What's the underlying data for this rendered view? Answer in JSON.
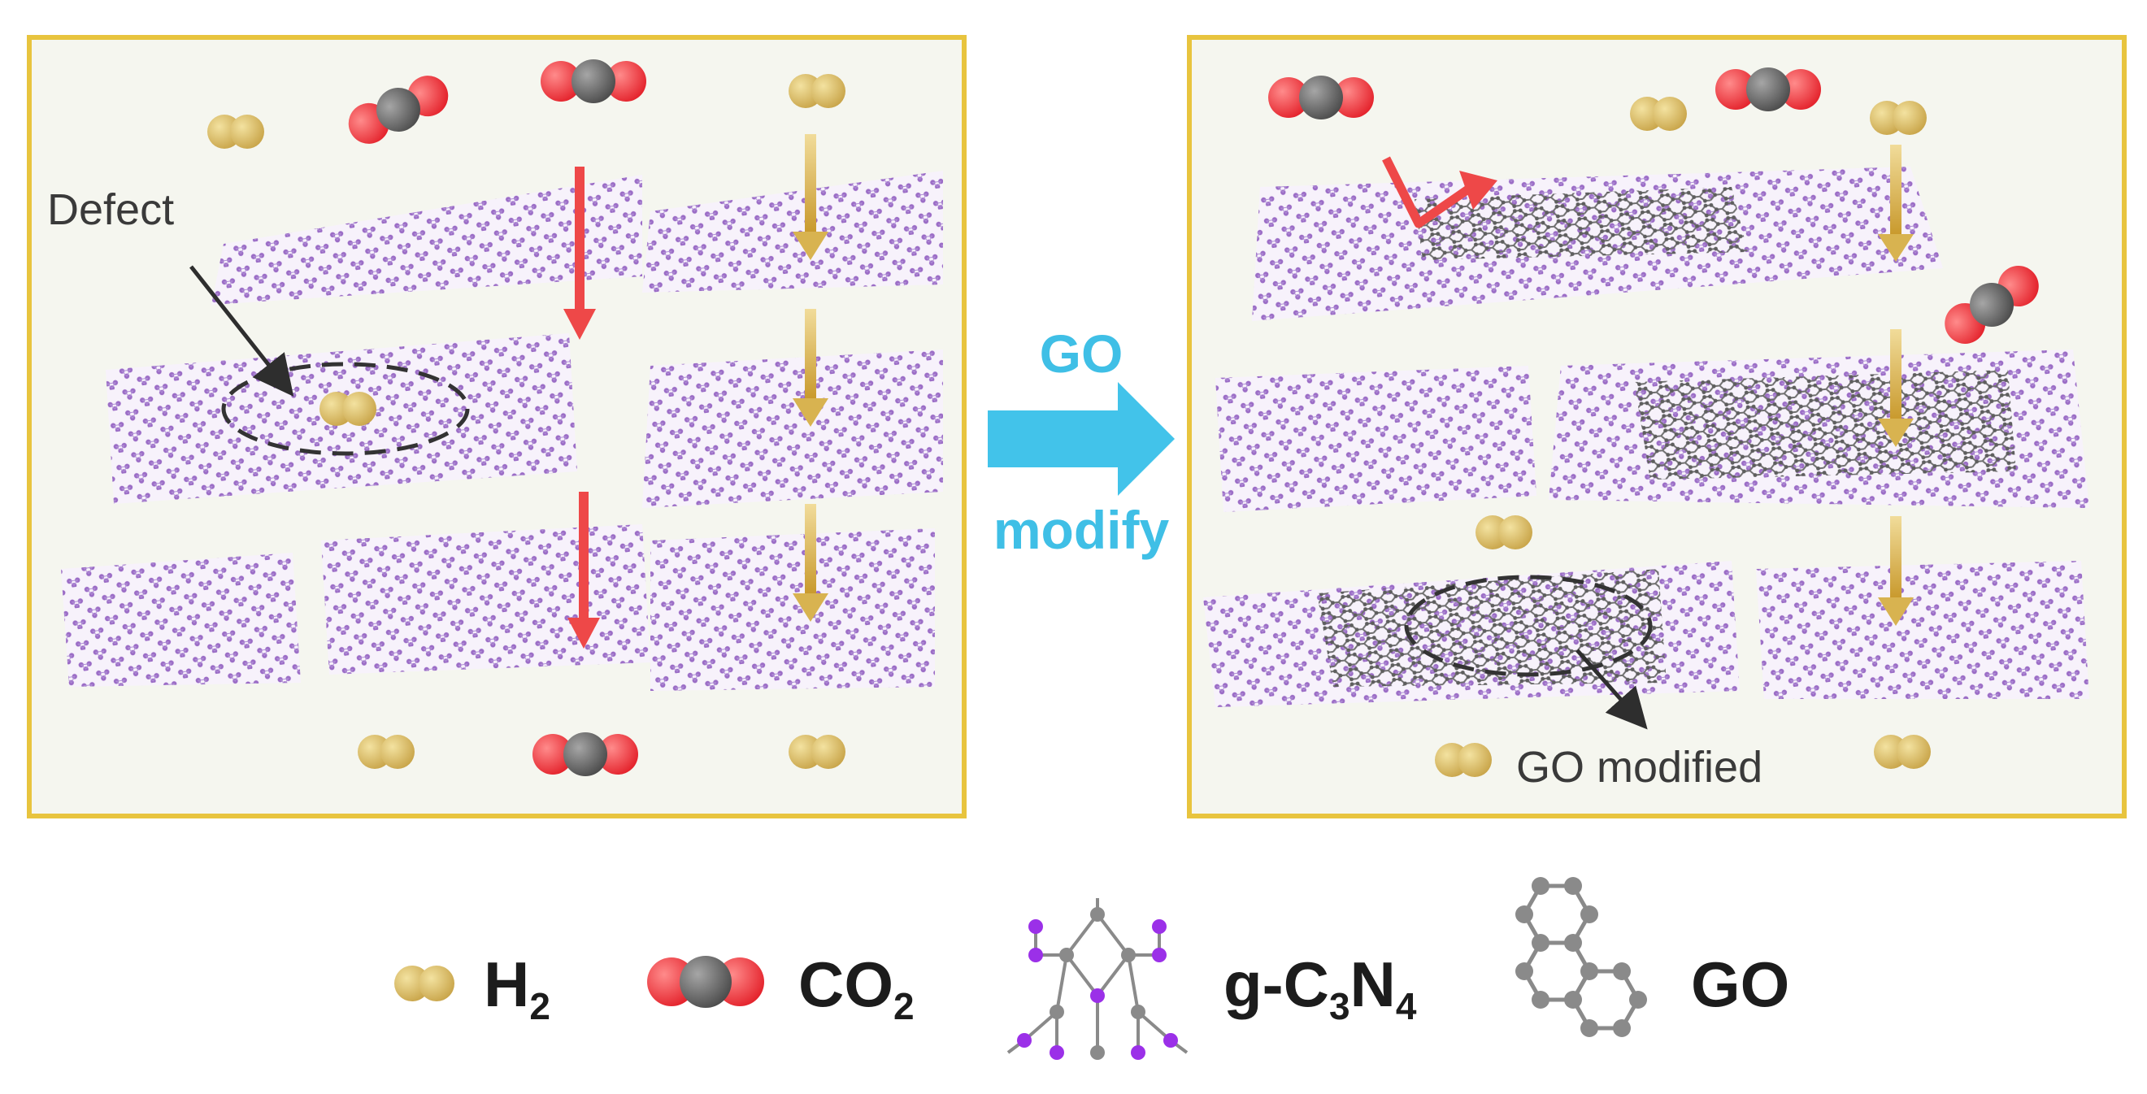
{
  "colors": {
    "panel_border": "#e8c43e",
    "panel_fill": "#f5f6ef",
    "h2_molecule": "#d8b85a",
    "oxygen": "#ee3a3f",
    "carbon": "#6a6a6a",
    "nitrogen_sheet": "#9b6cc6",
    "go_lattice": "#7a7a7a",
    "red_arrow": "#ee4848",
    "gold_arrow": "#d8b350",
    "process_arrow": "#42c3ea",
    "legend_nitrogen": "#9b30e8"
  },
  "annotations": {
    "defect_label": "Defect",
    "go_modified_label": "GO modified"
  },
  "process": {
    "line1": "GO",
    "line2": "modify"
  },
  "legend": {
    "h2": {
      "main": "H",
      "sub": "2",
      "icon": "h2-molecule-icon"
    },
    "co2": {
      "main": "CO",
      "sub": "2",
      "icon": "co2-molecule-icon"
    },
    "gcn": {
      "p1": "g-C",
      "s1": "3",
      "p2": "N",
      "s2": "4",
      "icon": "g-c3n4-lattice-icon"
    },
    "go": {
      "main": "GO",
      "icon": "go-lattice-icon"
    }
  }
}
